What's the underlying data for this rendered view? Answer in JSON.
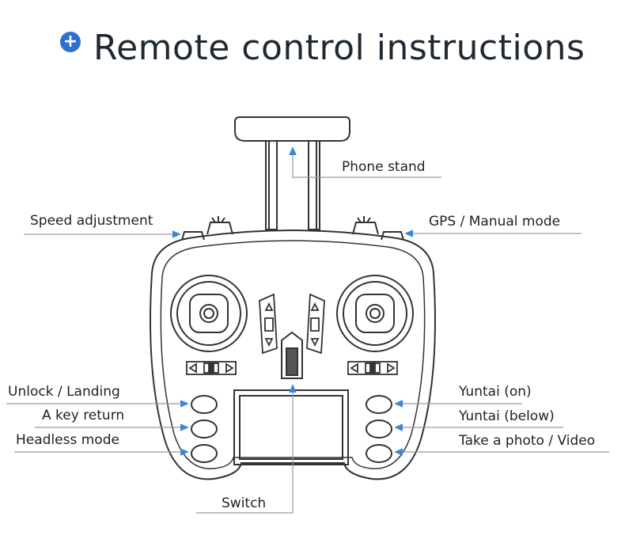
{
  "title": "Remote control instructions",
  "icon": "plus-circle-icon",
  "colors": {
    "accent": "#2f6fd0",
    "arrow": "#3a86d8",
    "line": "#333333",
    "leader": "#9a9a9a"
  },
  "labels": {
    "phone_stand": "Phone stand",
    "speed_adjustment": "Speed adjustment",
    "gps_manual": "GPS / Manual mode",
    "unlock_landing": "Unlock / Landing",
    "key_return": "A key return",
    "headless_mode": "Headless mode",
    "yuntai_on": "Yuntai (on)",
    "yuntai_below": "Yuntai (below)",
    "photo_video": "Take a photo / Video",
    "switch": "Switch"
  }
}
